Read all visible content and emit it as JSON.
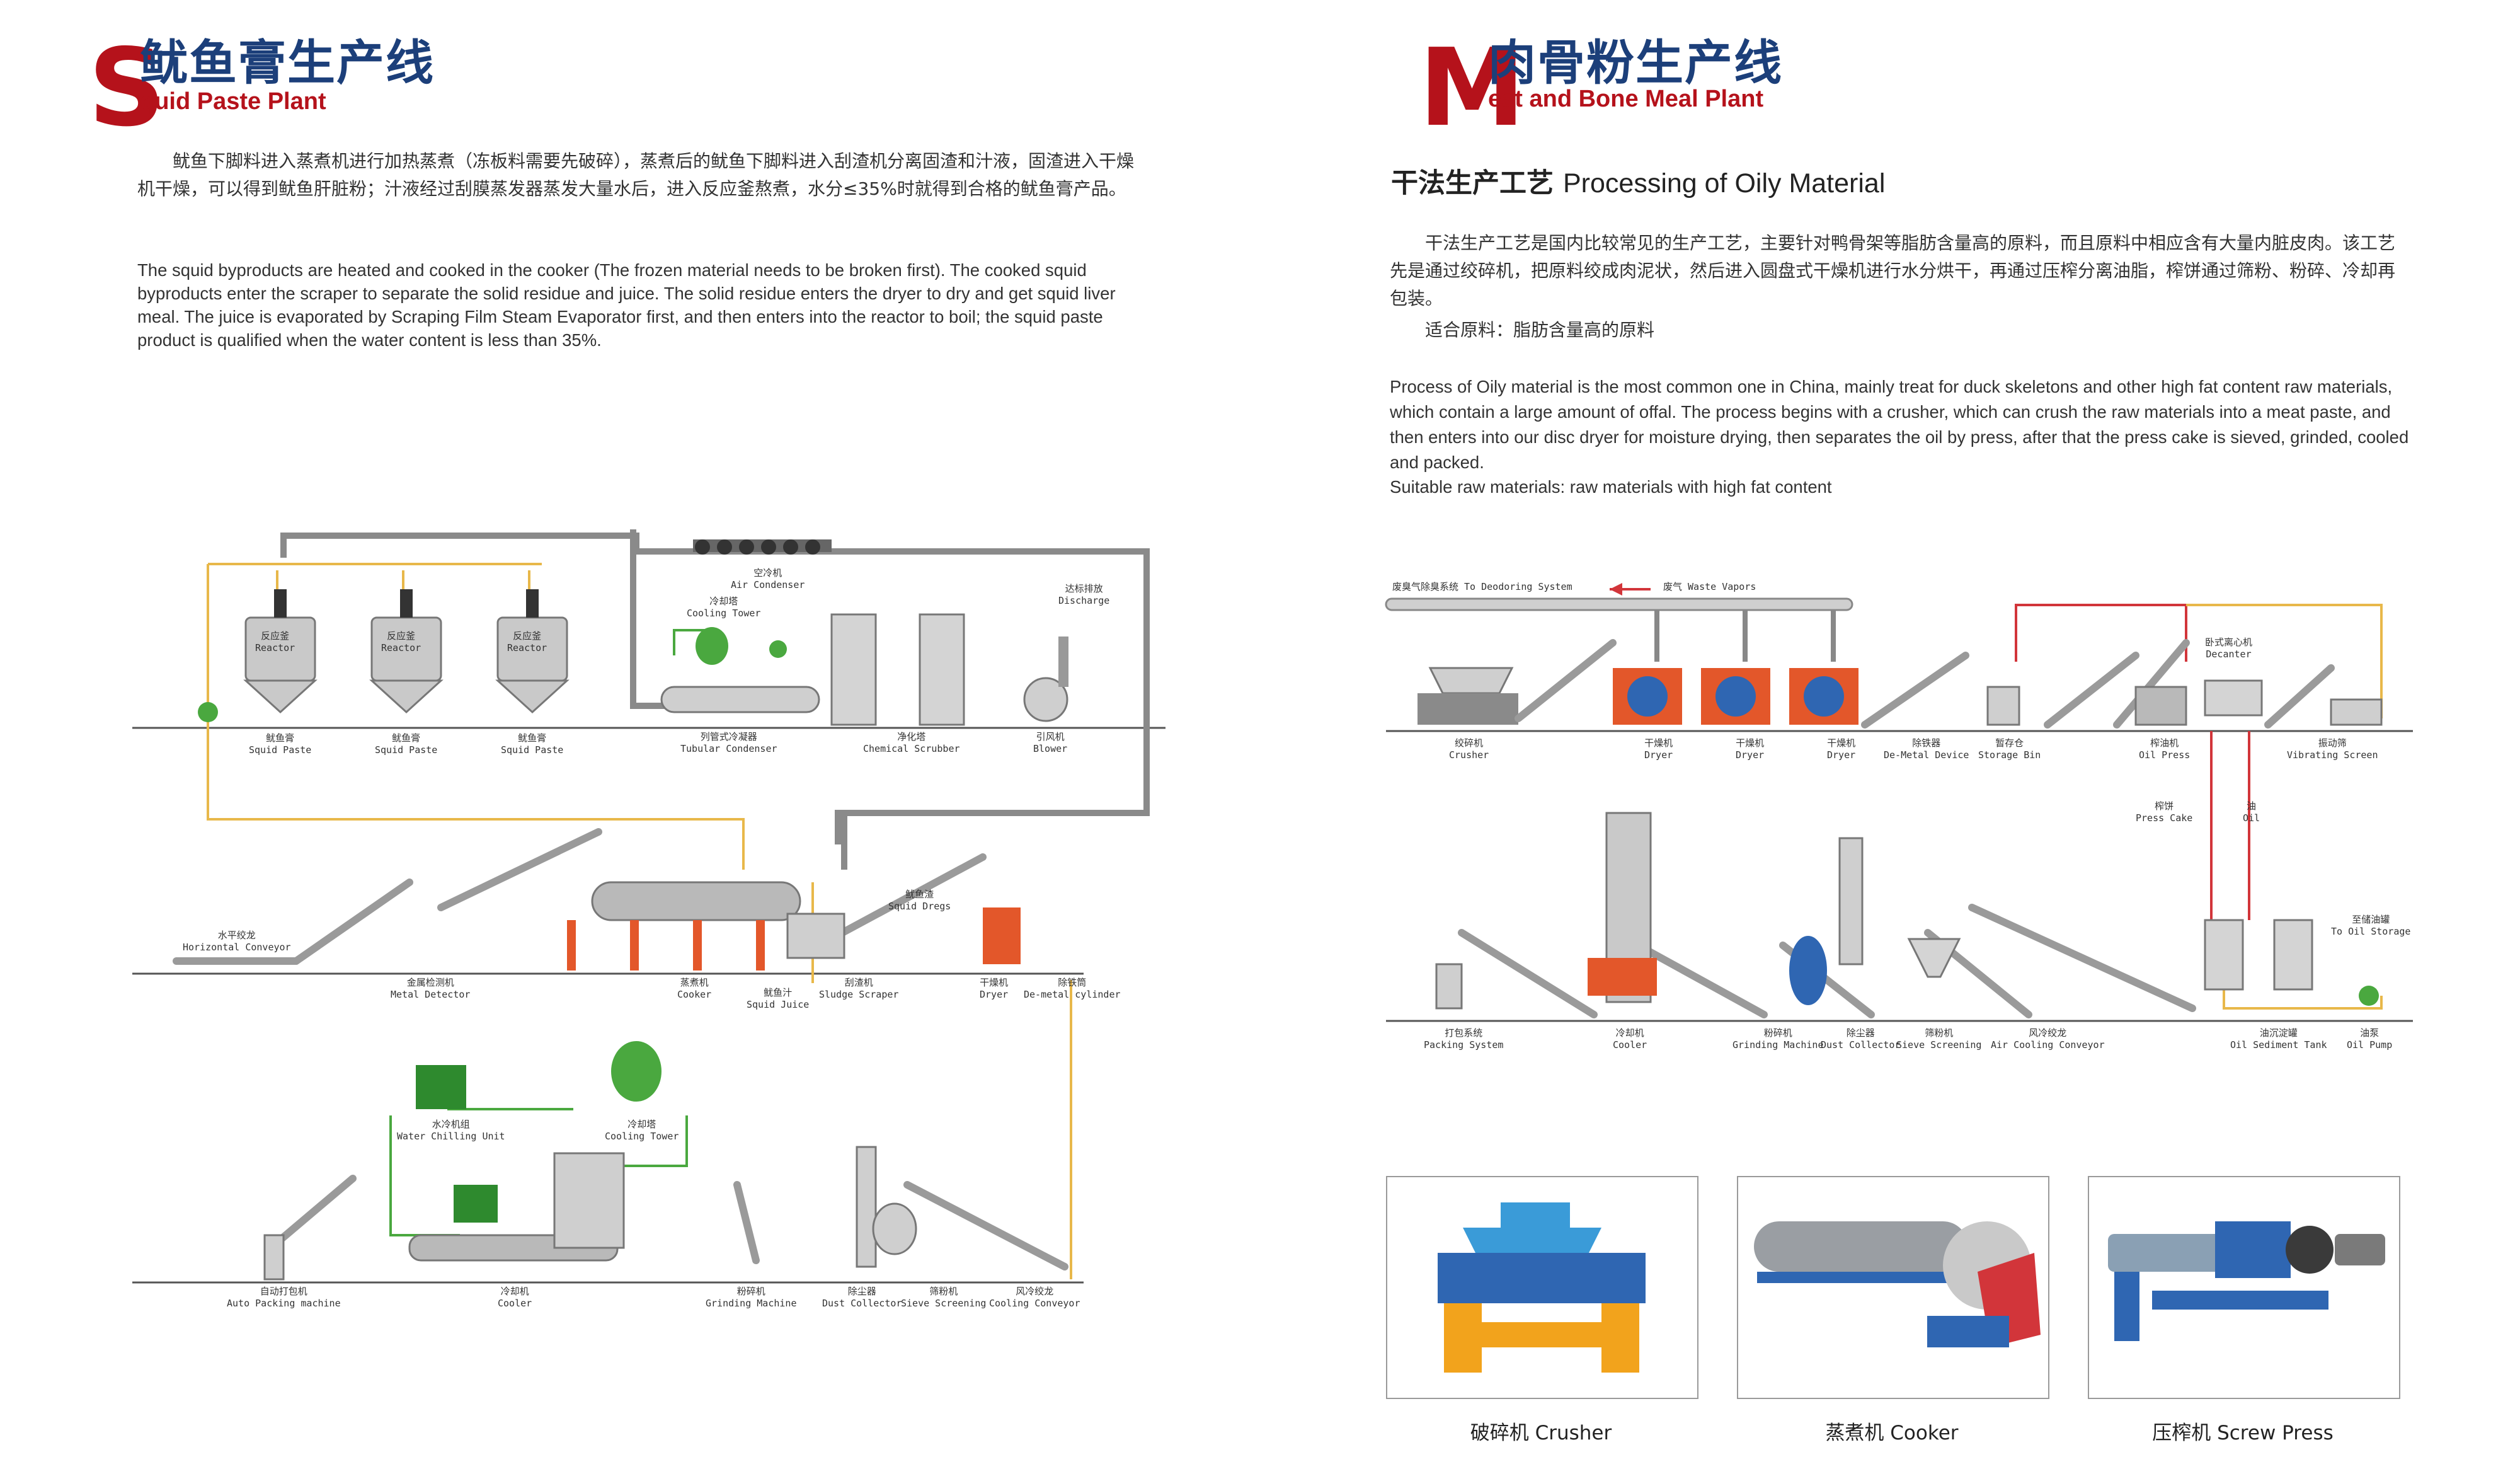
{
  "left": {
    "big_letter": "S",
    "title_cn": "鱿鱼膏生产线",
    "title_en": "quid Paste Plant",
    "para_cn": "鱿鱼下脚料进入蒸煮机进行加热蒸煮（冻板料需要先破碎），蒸煮后的鱿鱼下脚料进入刮渣机分离固渣和汁液，固渣进入干燥机干燥，可以得到鱿鱼肝脏粉；汁液经过刮膜蒸发器蒸发大量水后，进入反应釜熬煮，水分≤35%时就得到合格的鱿鱼膏产品。",
    "para_en": "The squid byproducts are heated and cooked in the cooker (The frozen material needs to be broken first). The cooked squid byproducts enter the scraper to separate the solid residue and juice. The solid residue enters the dryer to dry and get squid liver meal. The juice is evaporated by Scraping Film Steam Evaporator first, and then enters into the reactor to boil; the squid paste product is qualified when the water content is less than 35%.",
    "labels": {
      "reactor1": "反应釜\nReactor",
      "reactor2": "反应釜\nReactor",
      "reactor3": "反应釜\nReactor",
      "paste1": "鱿鱼膏\nSquid Paste",
      "paste2": "鱿鱼膏\nSquid Paste",
      "paste3": "鱿鱼膏\nSquid Paste",
      "air_condenser": "空冷机\nAir Condenser",
      "cooling_tower_top": "冷却塔\nCooling Tower",
      "tubular_condenser": "列管式冷凝器\nTubular Condenser",
      "chemical_scrubber": "净化塔\nChemical Scrubber",
      "discharge": "达标排放\nDischarge",
      "blower": "引风机\nBlower",
      "horizontal_conveyor": "水平绞龙\nHorizontal Conveyor",
      "metal_detector": "金属检测机\nMetal Detector",
      "cooker": "蒸煮机\nCooker",
      "squid_juice": "鱿鱼汁\nSquid Juice",
      "sludge_scraper": "刮渣机\nSludge Scraper",
      "squid_dregs": "鱿鱼渣\nSquid Dregs",
      "dryer": "干燥机\nDryer",
      "demetal_cylinder": "除铁筒\nDe-metal cylinder",
      "water_chilling": "水冷机组\nWater Chilling Unit",
      "cooling_tower_mid": "冷却塔\nCooling Tower",
      "auto_packing": "自动打包机\nAuto Packing machine",
      "cooler": "冷却机\nCooler",
      "grinding": "粉碎机\nGrinding Machine",
      "dust_collector": "除尘器\nDust Collector",
      "sieve": "筛粉机\nSieve Screening",
      "cooling_conveyor": "风冷绞龙\nCooling Conveyor"
    }
  },
  "right": {
    "big_letter": "M",
    "title_cn": "肉骨粉生产线",
    "title_en": "eat and Bone Meal Plant",
    "sub_cn": "干法生产工艺",
    "sub_en": "Processing of Oily Material",
    "para_cn": "干法生产工艺是国内比较常见的生产工艺，主要针对鸭骨架等脂肪含量高的原料，而且原料中相应含有大量内脏皮肉。该工艺先是通过绞碎机，把原料绞成肉泥状，然后进入圆盘式干燥机进行水分烘干，再通过压榨分离油脂，榨饼通过筛粉、粉碎、冷却再包装。",
    "para_cn2": "适合原料：脂肪含量高的原料",
    "para_en": "Process of Oily material is the most common one in China, mainly treat for duck skeletons and other high fat content raw materials, which contain a large amount of offal. The process begins with a crusher, which can crush the raw materials into a meat paste, and then enters into our disc dryer for moisture drying, then separates the oil by press, after that the press cake is sieved, grinded, cooled and packed.",
    "para_en2": "Suitable raw materials: raw materials with high fat content",
    "labels": {
      "deodor": "废臭气除臭系统 To Deodoring System",
      "waste_vapor": "废气 Waste Vapors",
      "crusher": "绞碎机\nCrusher",
      "dryer1": "干燥机\nDryer",
      "dryer2": "干燥机\nDryer",
      "dryer3": "干燥机\nDryer",
      "demetal": "除铁器\nDe-Metal Device",
      "storage_bin": "暂存仓\nStorage Bin",
      "oil_press": "榨油机\nOil Press",
      "decanter": "卧式离心机\nDecanter",
      "vibrating": "振动筛\nVibrating Screen",
      "press_cake": "榨饼\nPress Cake",
      "oil": "油\nOil",
      "oil_storage": "至储油罐\nTo Oil Storage",
      "packing": "打包系统\nPacking System",
      "cooler": "冷却机\nCooler",
      "grinding": "粉碎机\nGrinding Machine",
      "dust": "除尘器\nDust Collector",
      "sieve": "筛粉机\nSieve Screening",
      "air_cool": "风冷绞龙\nAir Cooling Conveyor",
      "sediment": "油沉淀罐\nOil Sediment Tank",
      "oil_pump": "油泵\nOil Pump"
    },
    "captions": {
      "crusher": "破碎机 Crusher",
      "cooker": "蒸煮机 Cooker",
      "press": "压榨机 Screw Press"
    }
  },
  "colors": {
    "brand_red": "#b5121b",
    "brand_blue": "#1c3f7a",
    "flow_yellow": "#e8b84a",
    "flow_green": "#4aa83f",
    "flow_red": "#d2353a",
    "equip_orange": "#e3572a",
    "equip_blue": "#2f66b2"
  }
}
